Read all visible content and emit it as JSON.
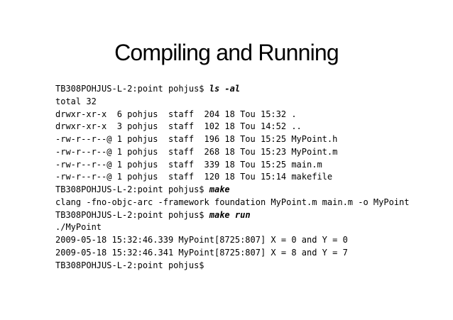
{
  "slide": {
    "title": "Compiling and Running",
    "background_color": "#ffffff",
    "text_color": "#000000"
  },
  "terminal": {
    "prompt": "TB308POHJUS-L-2:point pohjus$",
    "lines": [
      {
        "segments": [
          {
            "text": "TB308POHJUS-L-2:point pohjus$ ",
            "style": "plain"
          },
          {
            "text": "ls -al",
            "style": "command"
          }
        ]
      },
      {
        "segments": [
          {
            "text": "total 32",
            "style": "plain"
          }
        ]
      },
      {
        "segments": [
          {
            "text": "drwxr-xr-x  6 pohjus  staff  204 18 Tou 15:32 .",
            "style": "plain"
          }
        ]
      },
      {
        "segments": [
          {
            "text": "drwxr-xr-x  3 pohjus  staff  102 18 Tou 14:52 ..",
            "style": "plain"
          }
        ]
      },
      {
        "segments": [
          {
            "text": "-rw-r--r--@ 1 pohjus  staff  196 18 Tou 15:25 MyPoint.h",
            "style": "plain"
          }
        ]
      },
      {
        "segments": [
          {
            "text": "-rw-r--r--@ 1 pohjus  staff  268 18 Tou 15:23 MyPoint.m",
            "style": "plain"
          }
        ]
      },
      {
        "segments": [
          {
            "text": "-rw-r--r--@ 1 pohjus  staff  339 18 Tou 15:25 main.m",
            "style": "plain"
          }
        ]
      },
      {
        "segments": [
          {
            "text": "-rw-r--r--@ 1 pohjus  staff  120 18 Tou 15:14 makefile",
            "style": "plain"
          }
        ]
      },
      {
        "segments": [
          {
            "text": "TB308POHJUS-L-2:point pohjus$ ",
            "style": "plain"
          },
          {
            "text": "make",
            "style": "command"
          }
        ]
      },
      {
        "segments": [
          {
            "text": "clang -fno-objc-arc -framework foundation MyPoint.m main.m -o MyPoint",
            "style": "plain"
          }
        ]
      },
      {
        "segments": [
          {
            "text": "TB308POHJUS-L-2:point pohjus$ ",
            "style": "plain"
          },
          {
            "text": "make run",
            "style": "command"
          }
        ]
      },
      {
        "segments": [
          {
            "text": "./MyPoint",
            "style": "plain"
          }
        ]
      },
      {
        "segments": [
          {
            "text": "2009-05-18 15:32:46.339 MyPoint[8725:807] X = 0 and Y = 0",
            "style": "plain"
          }
        ]
      },
      {
        "segments": [
          {
            "text": "2009-05-18 15:32:46.341 MyPoint[8725:807] X = 8 and Y = 7",
            "style": "plain"
          }
        ]
      },
      {
        "segments": [
          {
            "text": "TB308POHJUS-L-2:point pohjus$",
            "style": "plain"
          }
        ]
      }
    ]
  }
}
